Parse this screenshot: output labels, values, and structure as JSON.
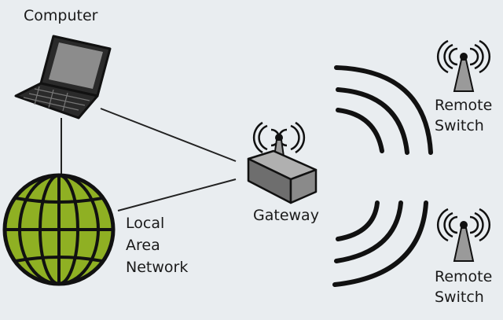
{
  "labels": {
    "computer": "Computer",
    "lan_line1": "Local",
    "lan_line2": "Area",
    "lan_line3": "Network",
    "gateway": "Gateway",
    "remote_top_line1": "Remote",
    "remote_top_line2": "Switch",
    "remote_bottom_line1": "Remote",
    "remote_bottom_line2": "Switch"
  },
  "colors": {
    "background": "#e9edf0",
    "globe_fill": "#8fb023",
    "ink": "#111111",
    "device_gray": "#8a8a8a"
  },
  "icons": [
    "laptop-icon",
    "globe-icon",
    "gateway-router-icon",
    "antenna-tower-icon",
    "wireless-waves-icon"
  ]
}
